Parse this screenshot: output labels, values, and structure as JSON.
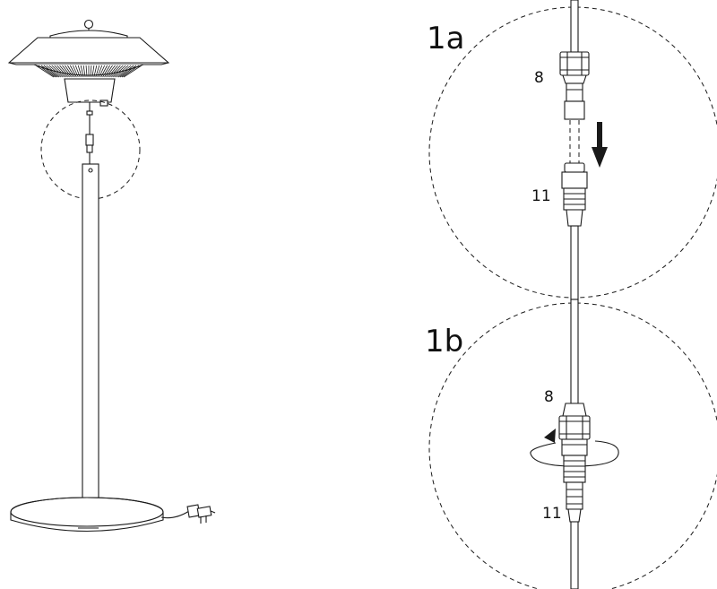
{
  "steps": {
    "step_a": "1a",
    "step_b": "1b"
  },
  "parts": {
    "a_upper_connector": "8",
    "a_lower_connector": "11",
    "b_upper_connector": "8",
    "b_lower_connector": "11"
  },
  "colors": {
    "line": "#1a1a1a",
    "background": "#ffffff"
  }
}
